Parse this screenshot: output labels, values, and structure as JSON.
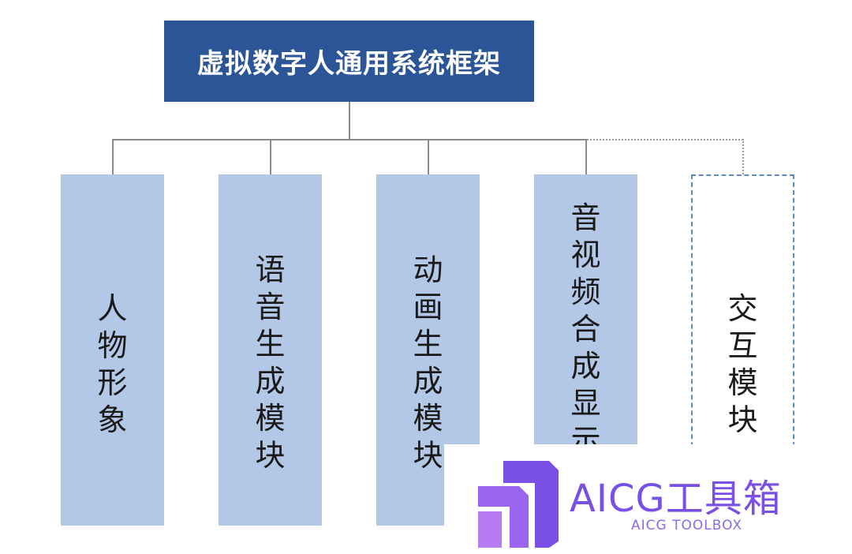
{
  "root": {
    "label": "虚拟数字人通用系统框架"
  },
  "modules": [
    {
      "label": "人物形象",
      "style": "solid"
    },
    {
      "label": "语音生成模块",
      "style": "solid"
    },
    {
      "label": "动画生成模块",
      "style": "solid"
    },
    {
      "label": "音视频合成显示模块",
      "style": "solid",
      "note": "bottom characters partly covered by watermark"
    },
    {
      "label": "交互模块",
      "style": "dashed"
    }
  ],
  "watermark": {
    "title": "AICG工具箱",
    "subtitle": "AICG TOOLBOX",
    "logo": "aicg-toolbox-logo"
  },
  "colors": {
    "root_fill": "#2c5597",
    "module_fill": "#b3c7e6",
    "dashed_border": "#5a8cc2",
    "connector": "#8a8a8a",
    "watermark": "#7a4fe6"
  }
}
